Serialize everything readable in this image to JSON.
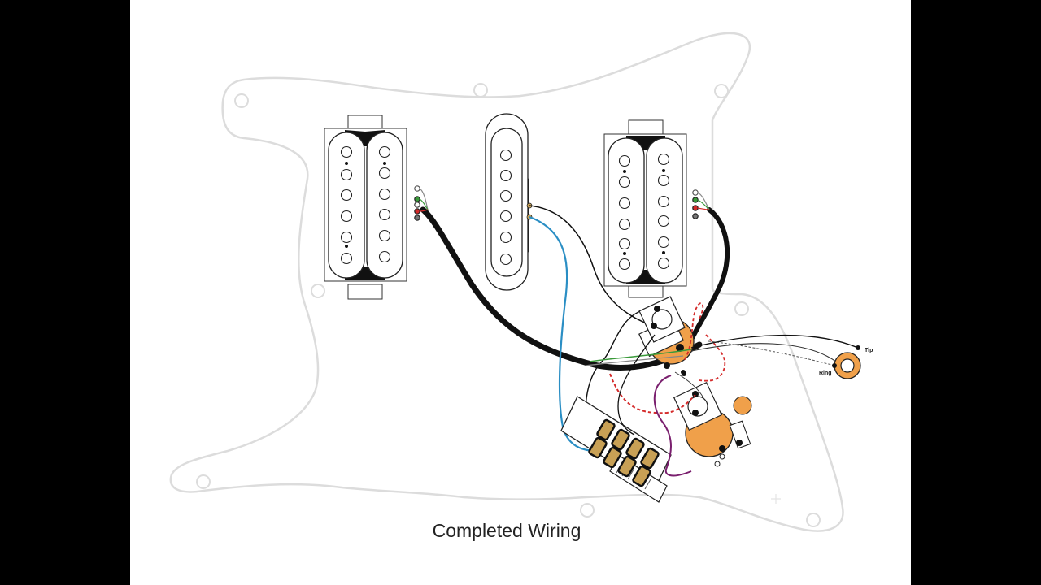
{
  "caption": "Completed Wiring",
  "jack": {
    "tip_label": "Tip",
    "ring_label": "Ring"
  },
  "colors": {
    "outline": "#d8d8d8",
    "pickup_cover": "#ffffff",
    "thick_cable": "#111111",
    "blue_wire": "#2a8ec4",
    "red_wire": "#d42a2a",
    "purple_wire": "#7a1f6e",
    "green_wire": "#3a9a3a",
    "pot_orange": "#f0a04a",
    "switch_tab": "#c8a055",
    "background_bars": "#000000"
  }
}
